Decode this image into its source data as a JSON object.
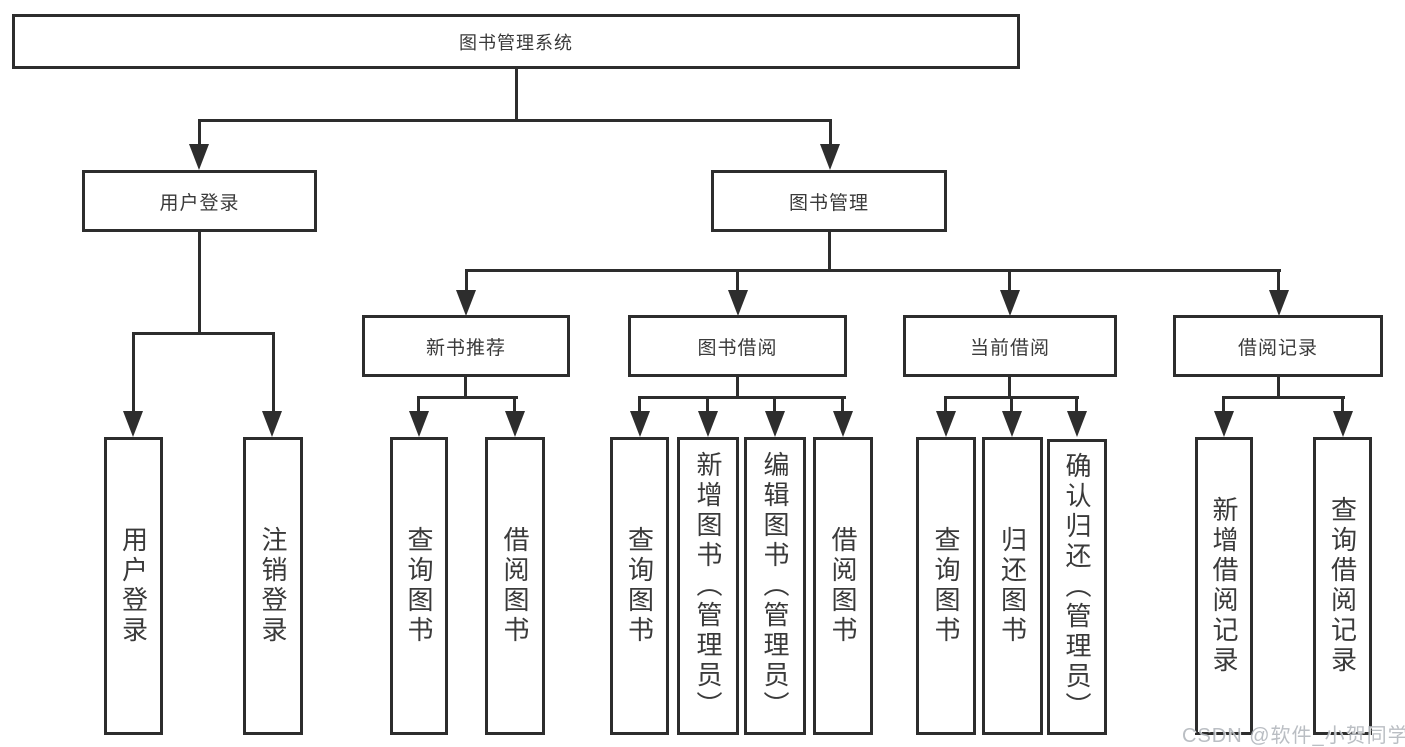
{
  "diagram": {
    "root": {
      "label": "图书管理系统"
    },
    "level2": [
      {
        "label": "用户登录"
      },
      {
        "label": "图书管理"
      }
    ],
    "level3": [
      {
        "label": "新书推荐"
      },
      {
        "label": "图书借阅"
      },
      {
        "label": "当前借阅"
      },
      {
        "label": "借阅记录"
      }
    ],
    "leaves": [
      {
        "label": "用户登录",
        "parent": "用户登录"
      },
      {
        "label": "注销登录",
        "parent": "用户登录"
      },
      {
        "label": "查询图书",
        "parent": "新书推荐"
      },
      {
        "label": "借阅图书",
        "parent": "新书推荐"
      },
      {
        "label": "查询图书",
        "parent": "图书借阅"
      },
      {
        "label": "新增图书（管理员）",
        "parent": "图书借阅"
      },
      {
        "label": "编辑图书（管理员）",
        "parent": "图书借阅"
      },
      {
        "label": "借阅图书",
        "parent": "图书借阅"
      },
      {
        "label": "查询图书",
        "parent": "当前借阅"
      },
      {
        "label": "归还图书",
        "parent": "当前借阅"
      },
      {
        "label": "确认归还（管理员）",
        "parent": "当前借阅"
      },
      {
        "label": "新增借阅记录",
        "parent": "借阅记录"
      },
      {
        "label": "查询借阅记录",
        "parent": "借阅记录"
      }
    ]
  },
  "watermark": {
    "text": "CSDN @软件_小贺同学"
  },
  "colors": {
    "line": "#2d2d2d",
    "text": "#3a3a3a",
    "background": "#ffffff",
    "watermark": "#b3b7bd"
  }
}
